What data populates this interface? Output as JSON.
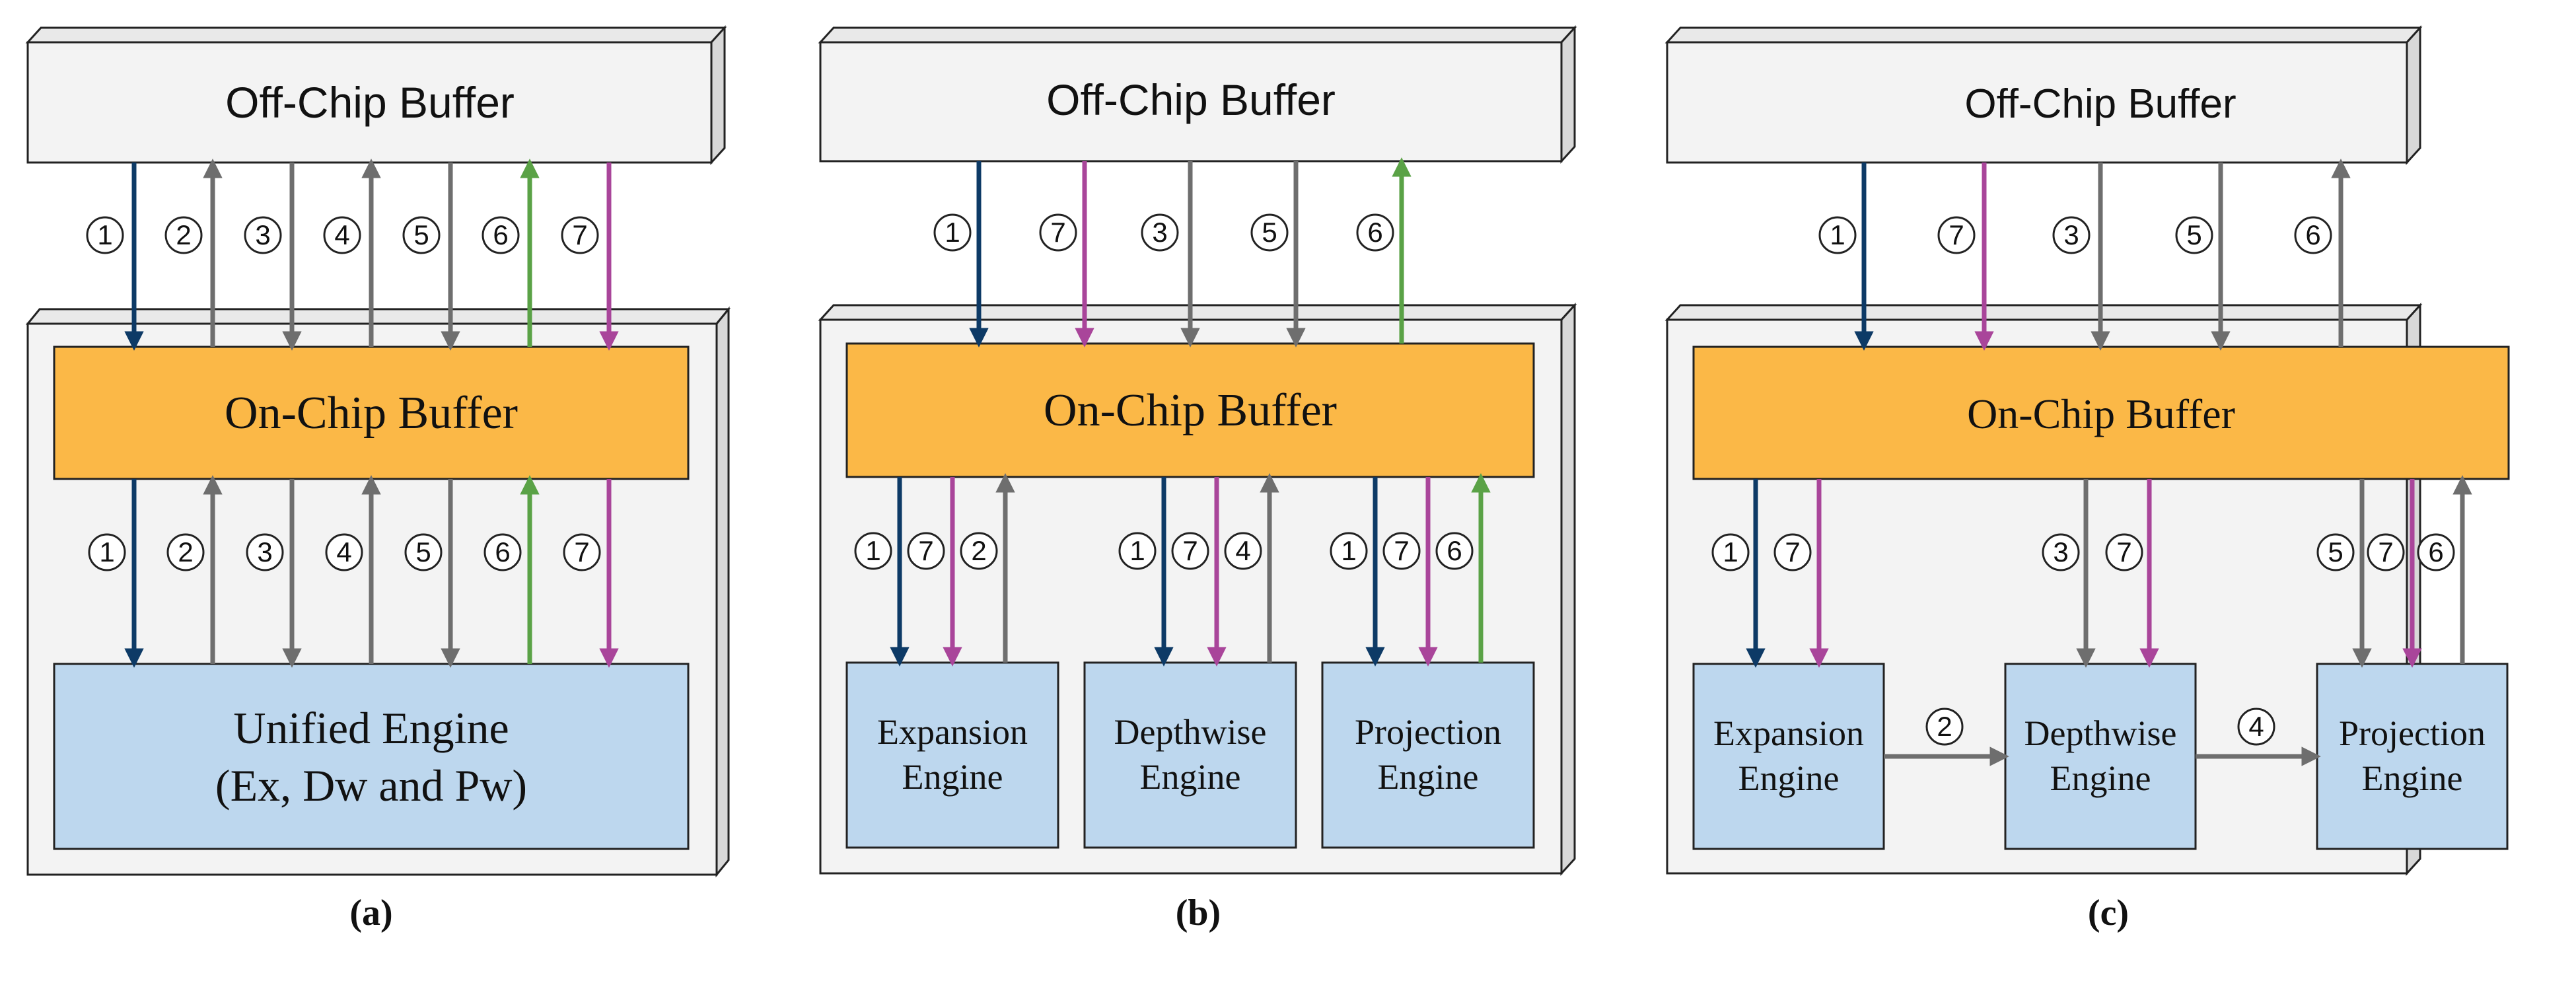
{
  "panels": [
    {
      "offchip_label": "Off-Chip Buffer",
      "onchip_label": "On-Chip Buffer",
      "caption": "(a)",
      "engines": [
        {
          "lines": [
            "Unified Engine",
            "(Ex, Dw and Pw)"
          ]
        }
      ],
      "top_arrows": [
        {
          "label": "1",
          "color": "#0d3a66",
          "dir": "down"
        },
        {
          "label": "2",
          "color": "#6e6e6e",
          "dir": "up"
        },
        {
          "label": "3",
          "color": "#6e6e6e",
          "dir": "down"
        },
        {
          "label": "4",
          "color": "#6e6e6e",
          "dir": "up"
        },
        {
          "label": "5",
          "color": "#6e6e6e",
          "dir": "down"
        },
        {
          "label": "6",
          "color": "#5aa246",
          "dir": "up"
        },
        {
          "label": "7",
          "color": "#a9459a",
          "dir": "down"
        }
      ],
      "bottom_arrows": [
        {
          "label": "1",
          "color": "#0d3a66",
          "dir": "down"
        },
        {
          "label": "2",
          "color": "#6e6e6e",
          "dir": "up"
        },
        {
          "label": "3",
          "color": "#6e6e6e",
          "dir": "down"
        },
        {
          "label": "4",
          "color": "#6e6e6e",
          "dir": "up"
        },
        {
          "label": "5",
          "color": "#6e6e6e",
          "dir": "down"
        },
        {
          "label": "6",
          "color": "#5aa246",
          "dir": "up"
        },
        {
          "label": "7",
          "color": "#a9459a",
          "dir": "down"
        }
      ],
      "engine_links": []
    },
    {
      "offchip_label": "Off-Chip Buffer",
      "onchip_label": "On-Chip Buffer",
      "caption": "(b)",
      "engines": [
        {
          "lines": [
            "Expansion",
            "Engine"
          ]
        },
        {
          "lines": [
            "Depthwise",
            "Engine"
          ]
        },
        {
          "lines": [
            "Projection",
            "Engine"
          ]
        }
      ],
      "top_arrows": [
        {
          "label": "1",
          "color": "#0d3a66",
          "dir": "down"
        },
        {
          "label": "7",
          "color": "#a9459a",
          "dir": "down"
        },
        {
          "label": "3",
          "color": "#6e6e6e",
          "dir": "down"
        },
        {
          "label": "5",
          "color": "#6e6e6e",
          "dir": "down"
        },
        {
          "label": "6",
          "color": "#5aa246",
          "dir": "up"
        }
      ],
      "bottom_arrows": [
        {
          "label": "1",
          "color": "#0d3a66",
          "dir": "down"
        },
        {
          "label": "7",
          "color": "#a9459a",
          "dir": "down"
        },
        {
          "label": "2",
          "color": "#6e6e6e",
          "dir": "up"
        },
        {
          "label": "1",
          "color": "#0d3a66",
          "dir": "down"
        },
        {
          "label": "7",
          "color": "#a9459a",
          "dir": "down"
        },
        {
          "label": "4",
          "color": "#6e6e6e",
          "dir": "up"
        },
        {
          "label": "1",
          "color": "#0d3a66",
          "dir": "down"
        },
        {
          "label": "7",
          "color": "#a9459a",
          "dir": "down"
        },
        {
          "label": "6",
          "color": "#5aa246",
          "dir": "up"
        }
      ],
      "engine_links": []
    },
    {
      "offchip_label": "Off-Chip Buffer",
      "onchip_label": "On-Chip Buffer",
      "caption": "(c)",
      "engines": [
        {
          "lines": [
            "Expansion",
            "Engine"
          ]
        },
        {
          "lines": [
            "Depthwise",
            "Engine"
          ]
        },
        {
          "lines": [
            "Projection",
            "Engine"
          ]
        }
      ],
      "top_arrows": [
        {
          "label": "1",
          "color": "#0d3a66",
          "dir": "down"
        },
        {
          "label": "7",
          "color": "#a9459a",
          "dir": "down"
        },
        {
          "label": "3",
          "color": "#6e6e6e",
          "dir": "down"
        },
        {
          "label": "5",
          "color": "#6e6e6e",
          "dir": "down"
        },
        {
          "label": "6",
          "color": "#6e6e6e",
          "dir": "up"
        }
      ],
      "bottom_arrows": [
        {
          "label": "1",
          "color": "#0d3a66",
          "dir": "down"
        },
        {
          "label": "7",
          "color": "#a9459a",
          "dir": "down"
        },
        {
          "label": "3",
          "color": "#6e6e6e",
          "dir": "down"
        },
        {
          "label": "7",
          "color": "#a9459a",
          "dir": "down"
        },
        {
          "label": "5",
          "color": "#6e6e6e",
          "dir": "down"
        },
        {
          "label": "7",
          "color": "#a9459a",
          "dir": "down"
        },
        {
          "label": "6",
          "color": "#6e6e6e",
          "dir": "up"
        }
      ],
      "engine_links": [
        {
          "label": "2",
          "color": "#6e6e6e"
        },
        {
          "label": "4",
          "color": "#6e6e6e"
        }
      ]
    }
  ]
}
